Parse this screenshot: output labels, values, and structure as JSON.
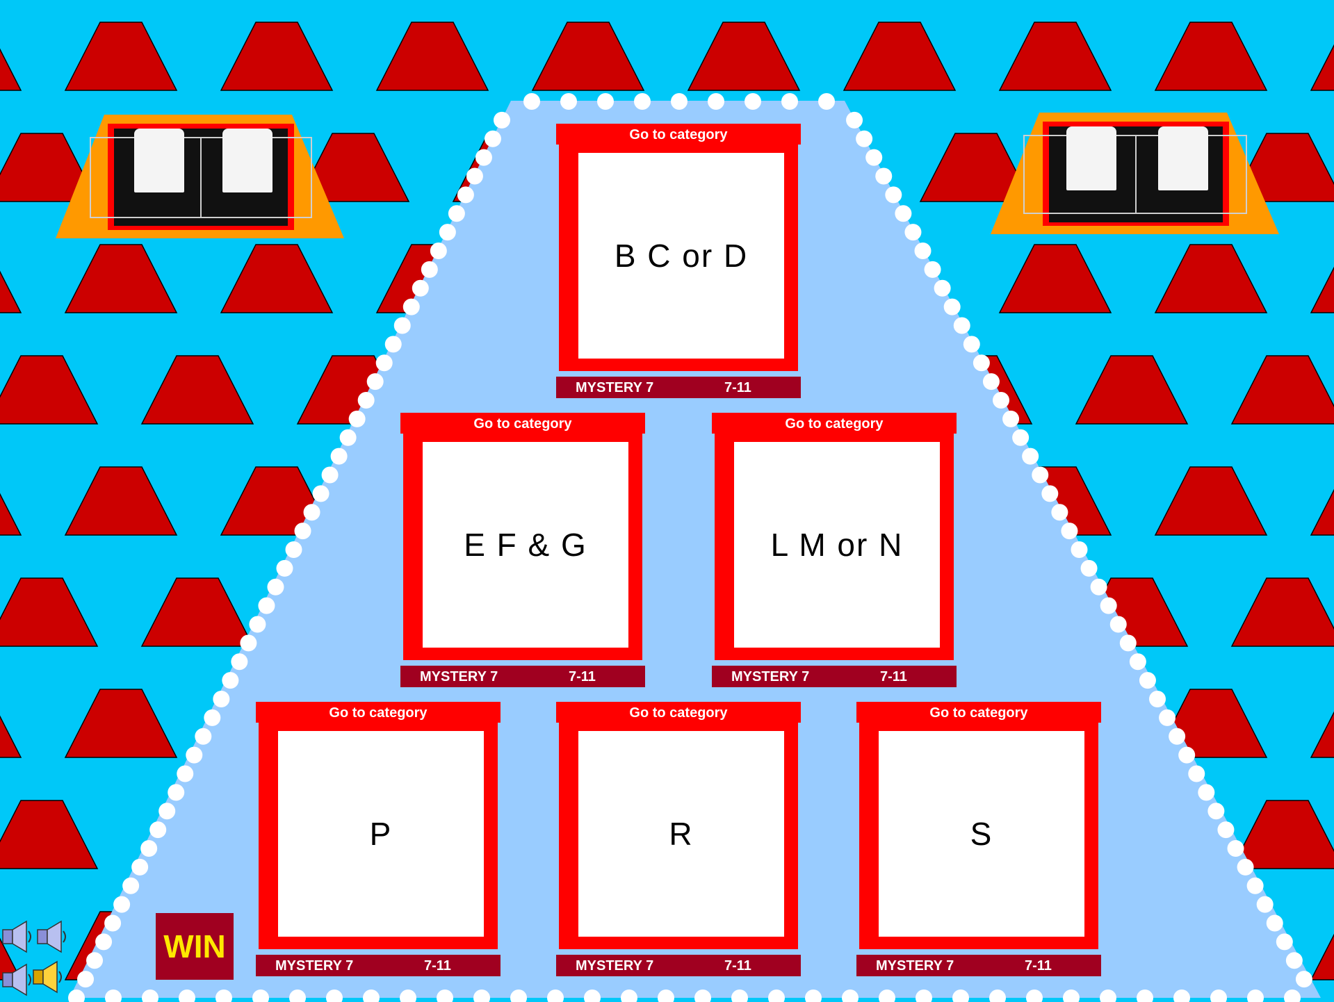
{
  "board": {
    "categories": [
      {
        "name": "B C or D",
        "header": "Go to category",
        "footer_left": "MYSTERY 7",
        "footer_right": "7-11"
      },
      {
        "name": "E F & G",
        "header": "Go to category",
        "footer_left": "MYSTERY 7",
        "footer_right": "7-11"
      },
      {
        "name": "L M or N",
        "header": "Go to category",
        "footer_left": "MYSTERY 7",
        "footer_right": "7-11"
      },
      {
        "name": "P",
        "header": "Go to category",
        "footer_left": "MYSTERY 7",
        "footer_right": "7-11"
      },
      {
        "name": "R",
        "header": "Go to category",
        "footer_left": "MYSTERY 7",
        "footer_right": "7-11"
      },
      {
        "name": "S",
        "header": "Go to category",
        "footer_left": "MYSTERY 7",
        "footer_right": "7-11"
      }
    ]
  },
  "win_button": {
    "label": "WIN"
  },
  "colors": {
    "background": "#00c8f8",
    "trapezoid": "#cc0000",
    "pyramid": "#99ccff",
    "card_red": "#ff0000",
    "footer": "#a00020",
    "scoreboard_base": "#ff9900",
    "win_text": "#ffe800"
  },
  "icons": {
    "scoreboards": [
      "scoreboard-left-icon",
      "scoreboard-right-icon"
    ],
    "sound": [
      "speaker-icon",
      "speaker-icon",
      "speaker-icon",
      "speaker-active-icon"
    ]
  }
}
